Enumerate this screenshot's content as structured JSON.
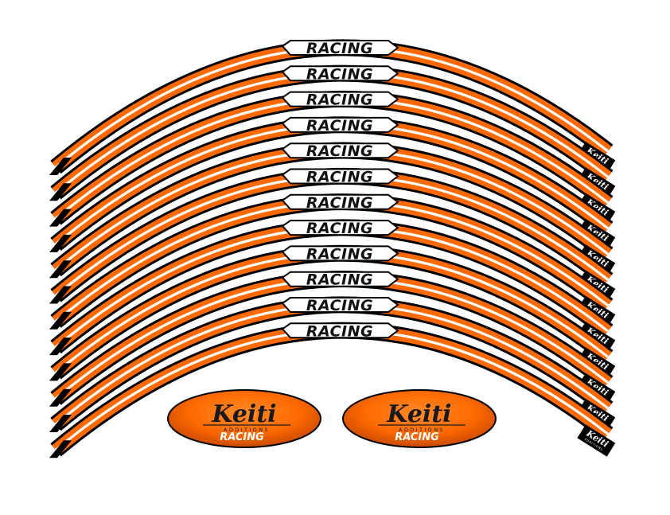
{
  "stripes": {
    "label": "RACING",
    "tag_brand": "Keiti",
    "tag_sub": "ADDITIONS"
  },
  "badges": [
    {
      "brand": "Keiti",
      "sub": "ADDITIONS",
      "racing": "RACING"
    },
    {
      "brand": "Keiti",
      "sub": "ADDITIONS",
      "racing": "RACING"
    }
  ],
  "colors": {
    "orange": "#ff6a00",
    "black": "#000000",
    "white": "#ffffff",
    "badge_dark": "#c94a00"
  }
}
